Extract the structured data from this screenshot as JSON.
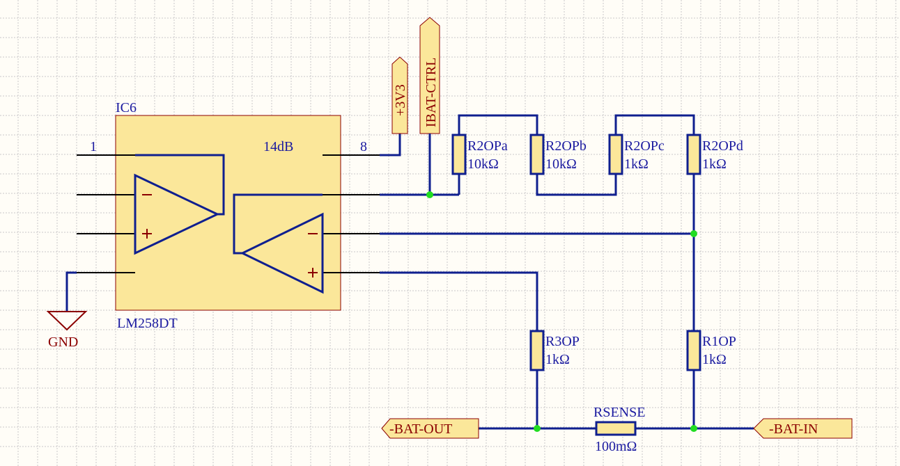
{
  "ic": {
    "designator": "IC6",
    "part": "LM258DT",
    "gain_note": "14dB",
    "pin1": "1",
    "pin8": "8"
  },
  "power": {
    "supply": "+3V3",
    "ground": "GND"
  },
  "nets": {
    "ctrl": "IBAT-CTRL",
    "bat_out": "-BAT-OUT",
    "bat_in": "-BAT-IN"
  },
  "resistors": [
    {
      "ref": "R2OPa",
      "value": "10kΩ"
    },
    {
      "ref": "R2OPb",
      "value": "10kΩ"
    },
    {
      "ref": "R2OPc",
      "value": "1kΩ"
    },
    {
      "ref": "R2OPd",
      "value": "1kΩ"
    },
    {
      "ref": "R3OP",
      "value": "1kΩ"
    },
    {
      "ref": "R1OP",
      "value": "1kΩ"
    }
  ],
  "sense": {
    "ref": "RSENSE",
    "value": "100mΩ"
  },
  "colors": {
    "wire": "#0f1f8f",
    "component_fill": "#fbe79a",
    "outline": "#8b0000",
    "junction": "#22dd22",
    "background": "#fffdf7"
  }
}
